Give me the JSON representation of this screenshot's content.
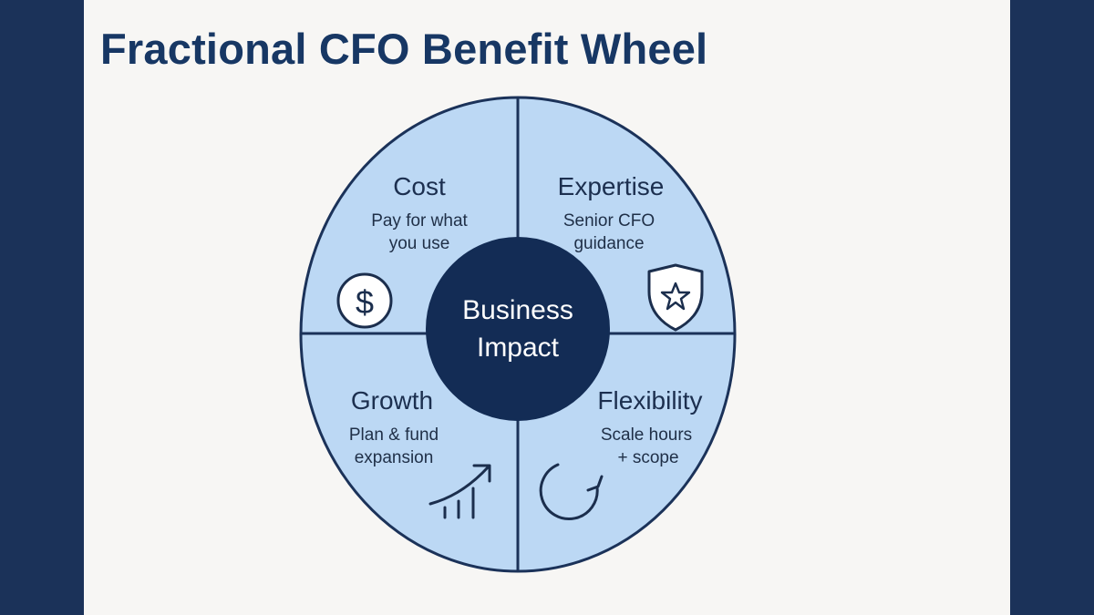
{
  "title": "Fractional CFO Benefit Wheel",
  "center": {
    "line1": "Business",
    "line2": "Impact"
  },
  "segments": [
    {
      "title": "Cost",
      "desc_line1": "Pay for what",
      "desc_line2": "you use",
      "icon": "dollar-coin-icon"
    },
    {
      "title": "Expertise",
      "desc_line1": "Senior CFO",
      "desc_line2": "guidance",
      "icon": "shield-star-icon"
    },
    {
      "title": "Growth",
      "desc_line1": "Plan & fund",
      "desc_line2": "expansion",
      "icon": "growth-chart-icon"
    },
    {
      "title": "Flexibility",
      "desc_line1": "Scale hours",
      "desc_line2": "+ scope",
      "icon": "refresh-arrow-icon"
    }
  ],
  "colors": {
    "background_band": "#1b3259",
    "card": "#f7f6f4",
    "wheel_fill": "#bcd8f4",
    "wheel_stroke": "#1b3259",
    "center_fill": "#132c55",
    "title_text": "#173764"
  }
}
